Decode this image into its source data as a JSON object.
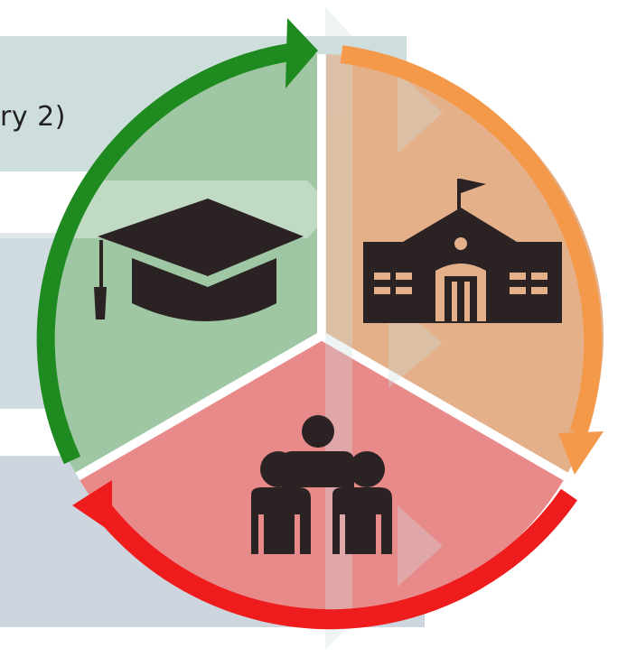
{
  "banner_text": "ry 2)",
  "colors": {
    "green": "#1f8a1f",
    "orange": "#f4994a",
    "red": "#ee1c1c",
    "green_fill": "#9fc7a4",
    "orange_fill": "#e4b089",
    "red_fill": "#e98a8a",
    "icon": "#2b2224",
    "banner": "#c7d6d8"
  },
  "segments": [
    {
      "name": "education",
      "icon": "graduation-cap-icon",
      "color": "green"
    },
    {
      "name": "school",
      "icon": "school-building-icon",
      "color": "orange"
    },
    {
      "name": "community",
      "icon": "people-group-icon",
      "color": "red"
    }
  ]
}
